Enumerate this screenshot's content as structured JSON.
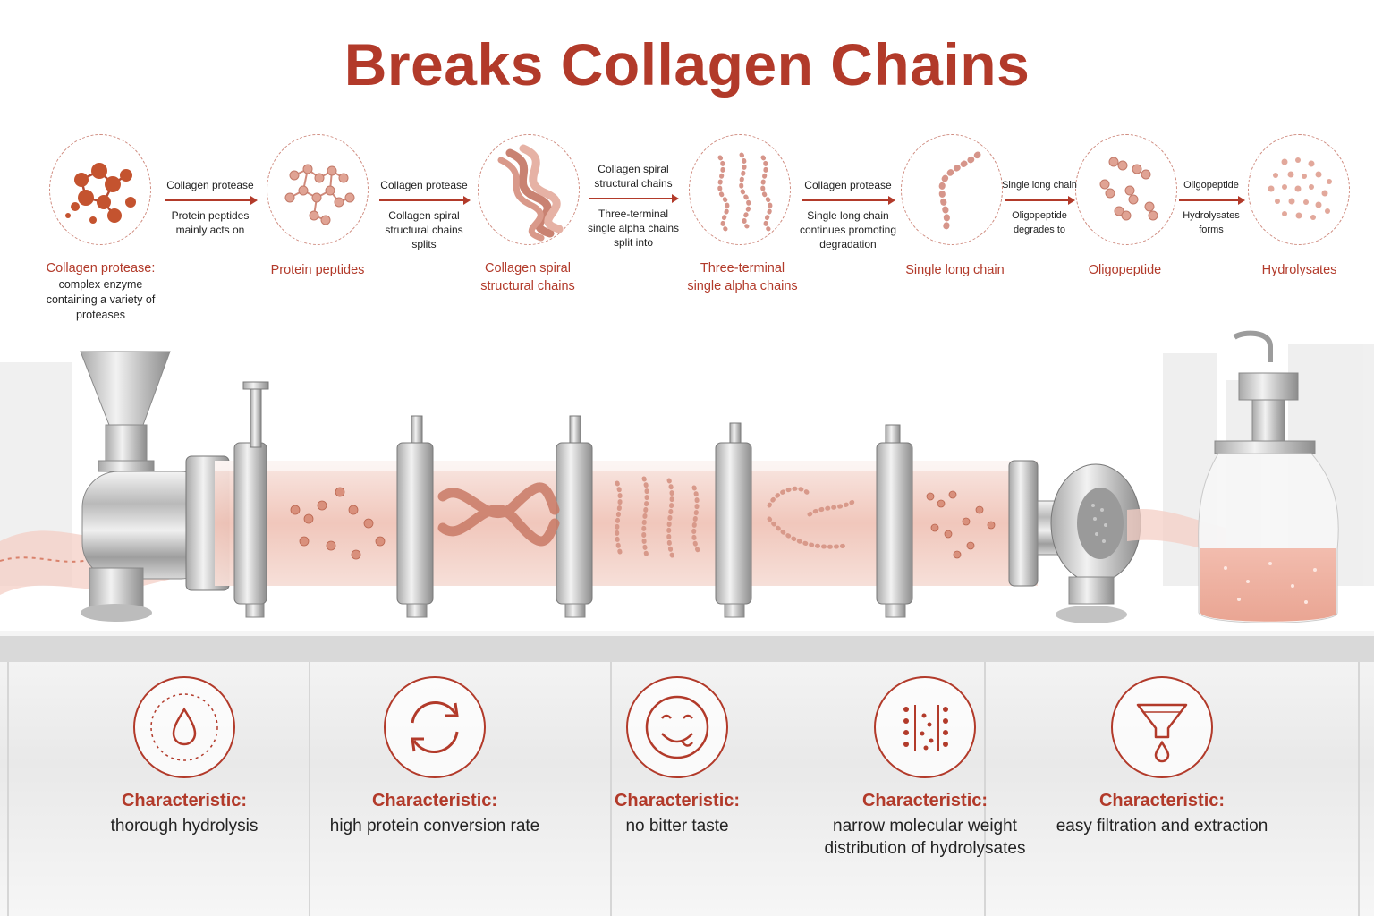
{
  "title": "Breaks Collagen Chains",
  "stages": [
    {
      "name": "Collagen protease:",
      "desc": "complex enzyme containing a variety of proteases"
    },
    {
      "name": "Protein peptides",
      "desc": ""
    },
    {
      "name": "Collagen spiral structural chains",
      "desc": ""
    },
    {
      "name": "Three-terminal single alpha chains",
      "desc": ""
    },
    {
      "name": "Single long chain",
      "desc": ""
    },
    {
      "name": "Oligopeptide",
      "desc": ""
    },
    {
      "name": "Hydrolysates",
      "desc": ""
    }
  ],
  "steps": [
    {
      "top": "Collagen protease",
      "bottom": "Protein peptides mainly acts on"
    },
    {
      "top": "Collagen protease",
      "bottom": "Collagen spiral structural chains splits"
    },
    {
      "top": "Collagen spiral structural chains",
      "bottom": "Three-terminal single alpha chains split into"
    },
    {
      "top": "Collagen protease",
      "bottom": "Single long chain continues promoting degradation"
    },
    {
      "top": "Single long chain",
      "bottom": "Oligopeptide degrades to"
    },
    {
      "top": "Oligopeptide",
      "bottom": "Hydrolysates forms"
    }
  ],
  "features": [
    {
      "key": "Characteristic:",
      "value": "thorough hydrolysis",
      "icon": "water-drop-icon"
    },
    {
      "key": "Characteristic:",
      "value": "high protein conversion rate",
      "icon": "cycle-arrows-icon"
    },
    {
      "key": "Characteristic:",
      "value": "no bitter taste",
      "icon": "smiley-face-icon"
    },
    {
      "key": "Characteristic:",
      "value": "narrow molecular weight distribution of hydrolysates",
      "icon": "molecule-distribution-icon"
    },
    {
      "key": "Characteristic:",
      "value": "easy filtration and extraction",
      "icon": "funnel-icon"
    }
  ],
  "colors": {
    "accent": "#b23a2a",
    "molecule": "#c9654a",
    "pale": "#e8aea0"
  }
}
